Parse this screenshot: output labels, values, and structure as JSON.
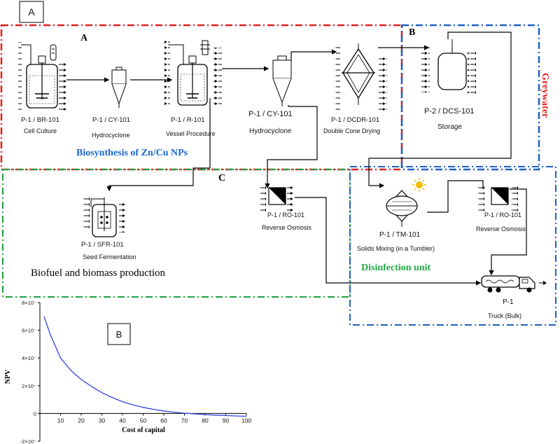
{
  "panel_label_top": "A",
  "panel_label_chart": "B",
  "sections": {
    "A": {
      "label": "A",
      "caption": "Biosynthesis of Zn/Cu NPs",
      "color": "#e02020"
    },
    "B": {
      "label": "B",
      "side_caption": "Greywater",
      "color": "#2060c0"
    },
    "C": {
      "label": "C",
      "caption": "Biofuel and biomass production",
      "color": "#20a040"
    },
    "D": {
      "caption": "Disinfection unit",
      "color": "#2060c0"
    }
  },
  "units": [
    {
      "id": "P-1 / BR-101",
      "name": "Cell Culture"
    },
    {
      "id": "P-1 / CY-101",
      "name": "Hydrocyclone"
    },
    {
      "id": "P-1 / R-101",
      "name": "Vessel Procedure"
    },
    {
      "id": "P-1 / CY-101",
      "name": "Hydrocyclone"
    },
    {
      "id": "P-1 / DCDR-101",
      "name": "Double Cone Drying"
    },
    {
      "id": "P-2 / DCS-101",
      "name": "Storage"
    },
    {
      "id": "P-1 / SFR-101",
      "name": "Seed Fermentation"
    },
    {
      "id": "P-1 / RO-101",
      "name": "Reverse Osmosis"
    },
    {
      "id": "P-1 / TM-101",
      "name": "Solids Mixing (in a Tumbler)"
    },
    {
      "id": "P-1 / RO-101",
      "name": "Reverse Osmosis"
    },
    {
      "id": "P-1",
      "name": "Truck (Bulk)"
    }
  ],
  "chart_data": {
    "type": "line",
    "title": "",
    "xlabel": "Cost of capital",
    "ylabel": "NPV",
    "xlim": [
      0,
      100
    ],
    "ylim": [
      -2,
      8
    ],
    "x_ticks": [
      "10",
      "20",
      "30",
      "40",
      "50",
      "60",
      "70",
      "80",
      "90",
      "100"
    ],
    "y_ticks": [
      "-2×10⁻",
      "0",
      "2×10⁻",
      "4×10⁻",
      "6×10⁻",
      "8×10⁻"
    ],
    "x": [
      2,
      5,
      10,
      15,
      20,
      25,
      30,
      35,
      40,
      45,
      50,
      55,
      60,
      65,
      70,
      75,
      80,
      85,
      90,
      95,
      100
    ],
    "values": [
      7.0,
      5.7,
      4.0,
      3.1,
      2.45,
      1.95,
      1.5,
      1.15,
      0.85,
      0.62,
      0.44,
      0.3,
      0.18,
      0.09,
      0.02,
      -0.03,
      -0.08,
      -0.12,
      -0.15,
      -0.18,
      -0.2
    ],
    "line_color": "#3344dd"
  }
}
